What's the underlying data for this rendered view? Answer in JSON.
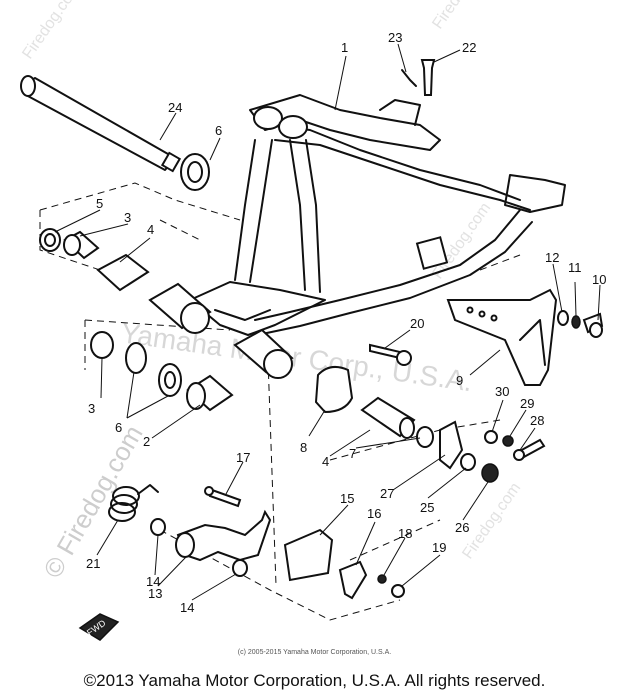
{
  "callouts": [
    "1",
    "2",
    "3",
    "3",
    "4",
    "4",
    "5",
    "6",
    "6",
    "7",
    "8",
    "9",
    "10",
    "11",
    "12",
    "13",
    "14",
    "14",
    "15",
    "16",
    "17",
    "18",
    "19",
    "20",
    "21",
    "22",
    "23",
    "24",
    "25",
    "26",
    "27",
    "28",
    "29",
    "30"
  ],
  "watermarks": {
    "center": "Yamaha Motor Corp., U.S.A.",
    "site": "© Firedog.com",
    "tile": "Firedog.com"
  },
  "badge": "FWD",
  "footer": {
    "small_copyright": "(c) 2005-2015 Yamaha Motor Corporation, U.S.A.",
    "copyright": "©2013 Yamaha Motor Corporation, U.S.A. All rights reserved."
  }
}
